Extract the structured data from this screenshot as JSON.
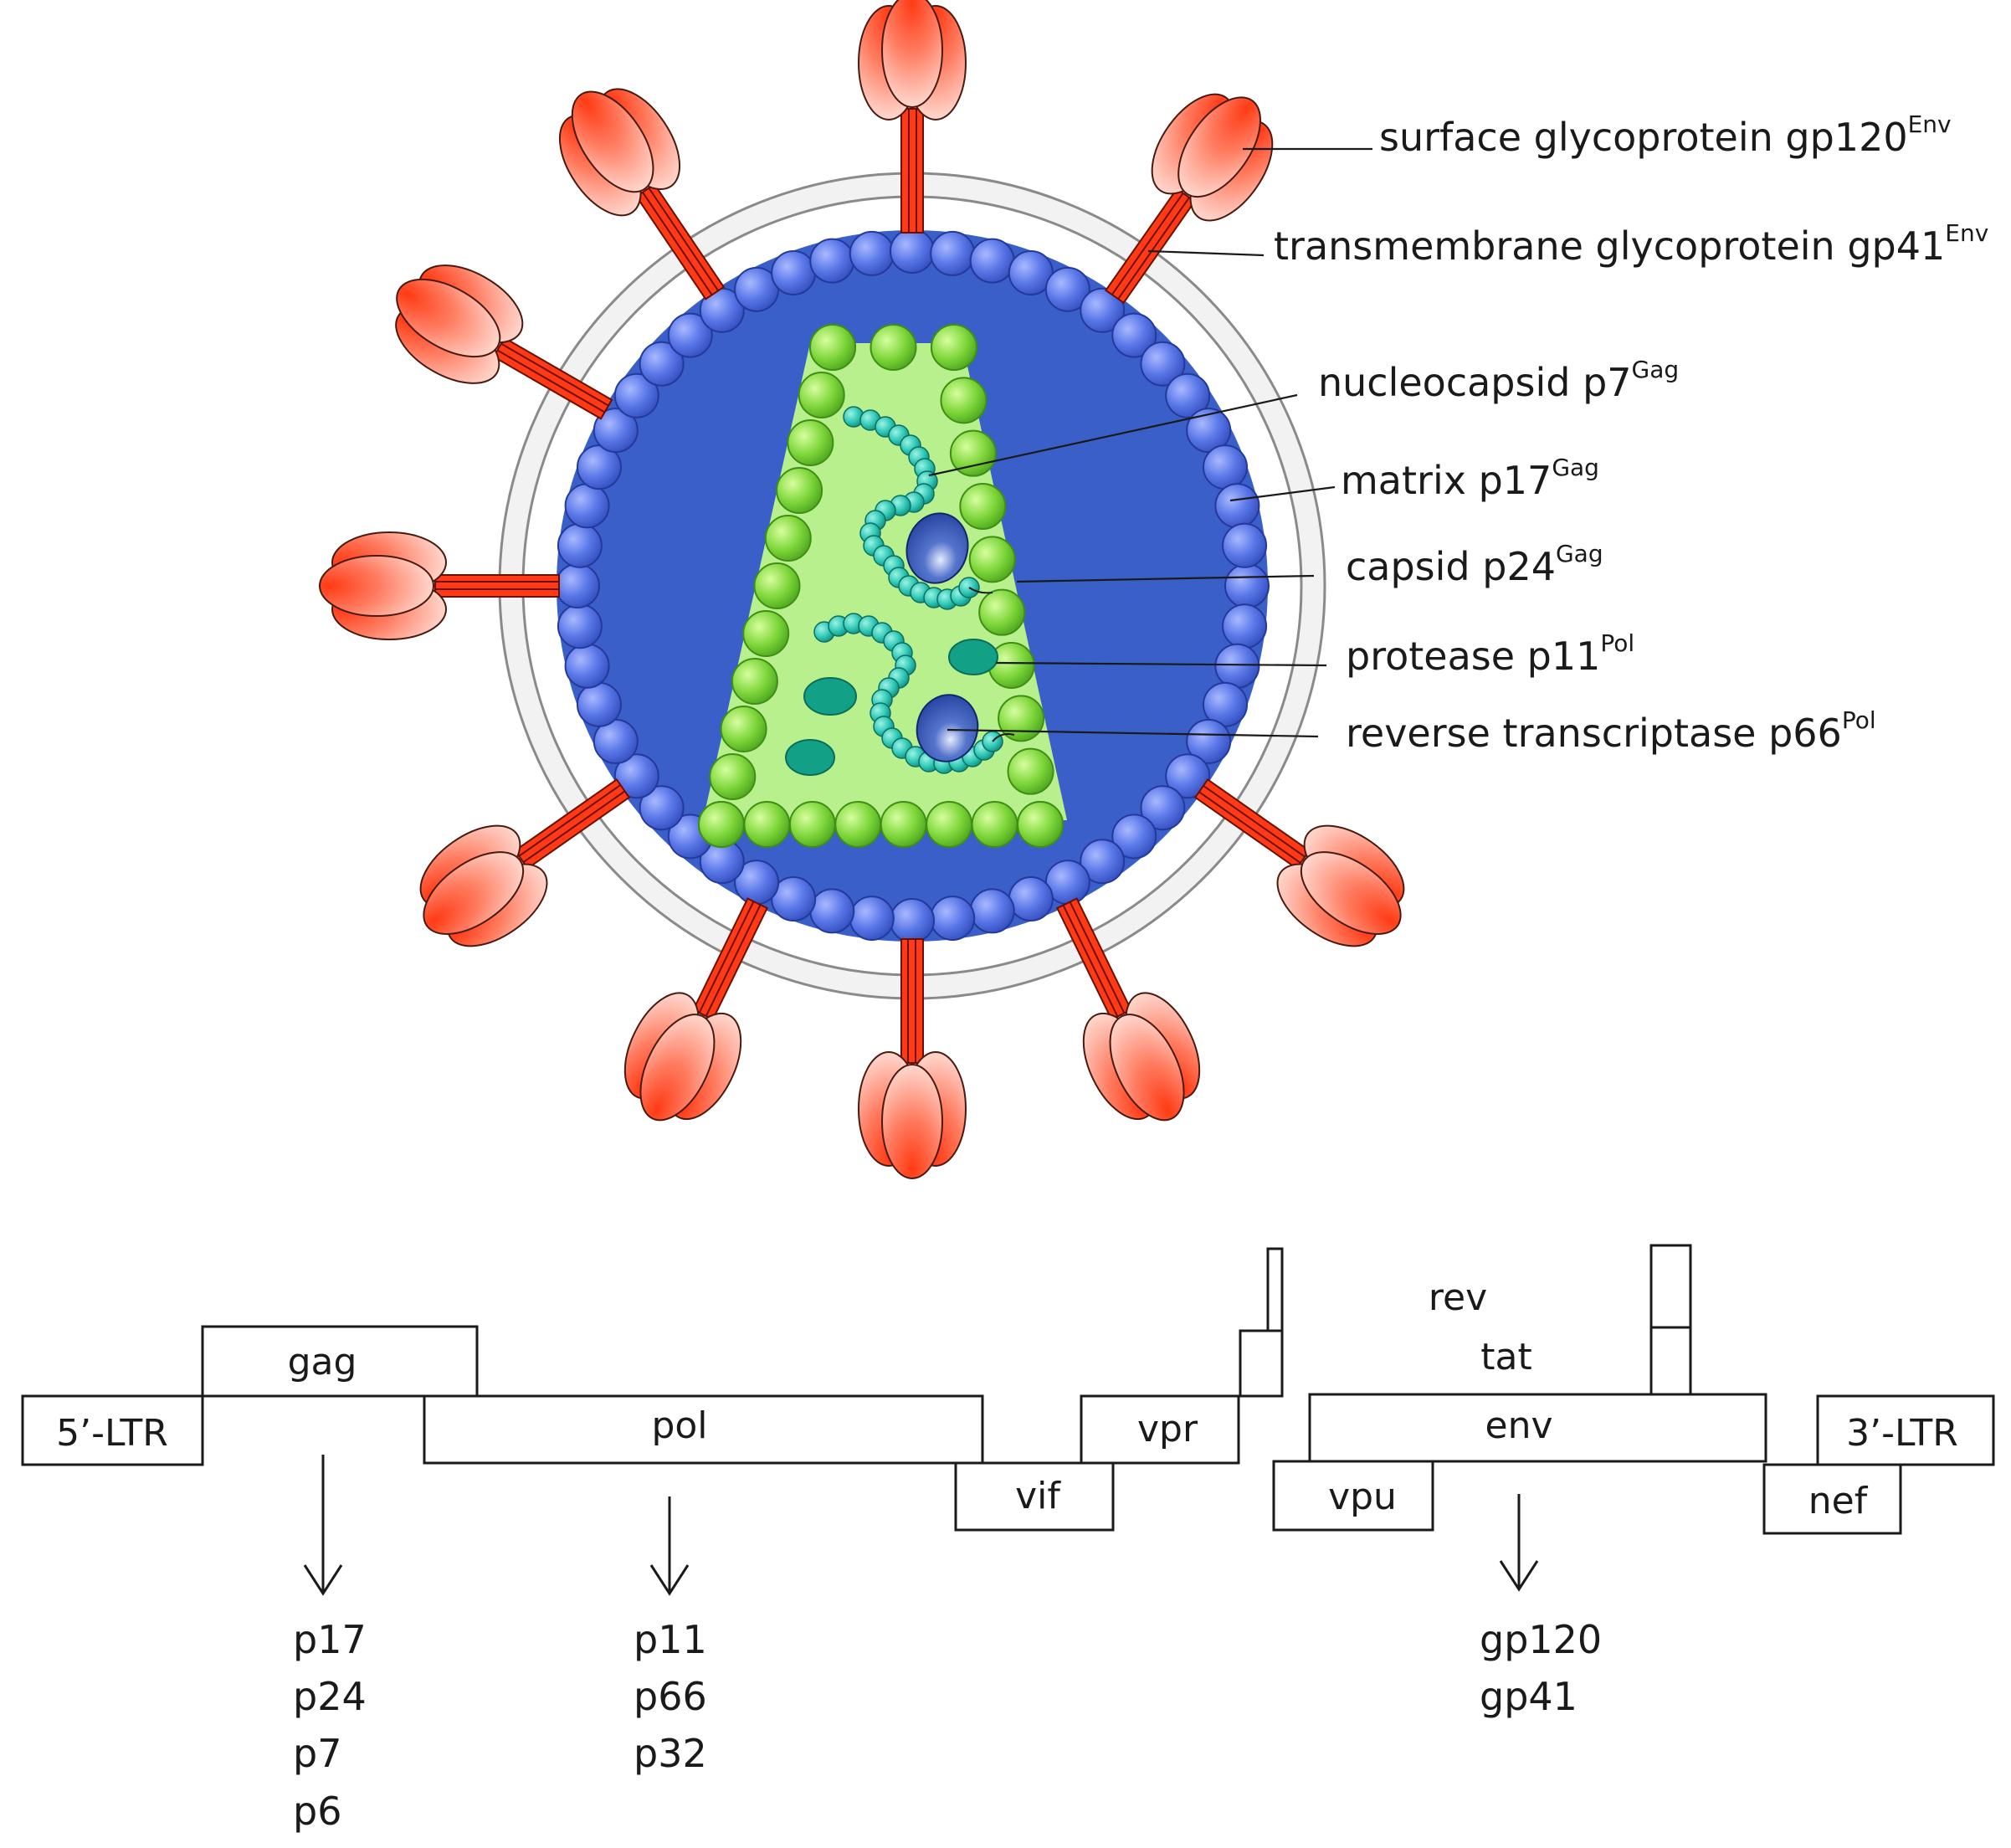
{
  "colors": {
    "envelope_ring": "#bdbdbd",
    "virion_interior": "#3b5fc8",
    "matrix_bead": "#5b78e8",
    "capsid_bead": "#7ed63a",
    "capsid_fill": "#b8f08e",
    "rna_bead": "#2ec7b5",
    "protease_blob": "#12a086",
    "rt_blob": "#1f3e9a",
    "spike_red": "#ff4422"
  },
  "virion_labels": [
    {
      "id": "gp120",
      "text": "surface glycoprotein gp120",
      "sup": "Env"
    },
    {
      "id": "gp41",
      "text": "transmembrane glycoprotein  gp41",
      "sup": "Env"
    },
    {
      "id": "p7",
      "text": "nucleocapsid p7",
      "sup": "Gag"
    },
    {
      "id": "p17",
      "text": "matrix p17",
      "sup": "Gag"
    },
    {
      "id": "p24",
      "text": "capsid p24",
      "sup": "Gag"
    },
    {
      "id": "p11",
      "text": "protease p11",
      "sup": "Pol"
    },
    {
      "id": "p66",
      "text": "reverse transcriptase p66",
      "sup": "Pol"
    }
  ],
  "genome": {
    "genes": {
      "ltr5": "5’-LTR",
      "gag": "gag",
      "pol": "pol",
      "vif": "vif",
      "vpr": "vpr",
      "rev": "rev",
      "tat": "tat",
      "env": "env",
      "vpu": "vpu",
      "ltr3": "3’-LTR",
      "nef": "nef"
    },
    "products": {
      "gag": [
        "p17",
        "p24",
        "p7",
        "p6"
      ],
      "pol": [
        "p11",
        "p66",
        "p32"
      ],
      "env": [
        "gp120",
        "gp41"
      ]
    }
  }
}
